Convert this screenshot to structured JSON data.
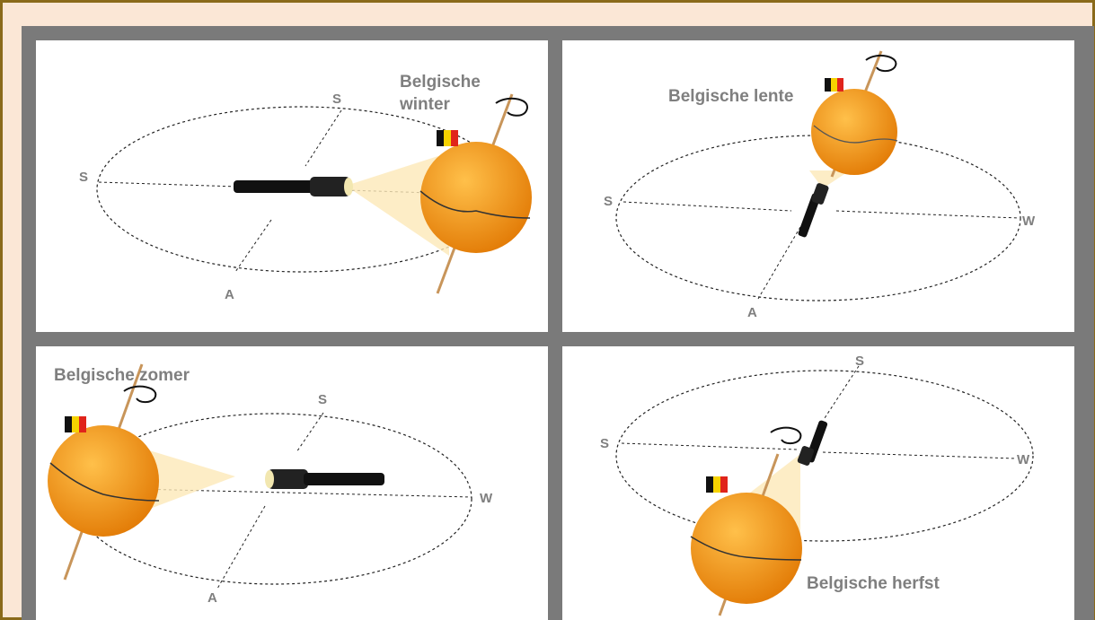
{
  "panels": [
    {
      "id": "winter",
      "title_lines": [
        "Belgische",
        "winter"
      ],
      "labels": [
        "S",
        "S",
        "A"
      ]
    },
    {
      "id": "lente",
      "title_lines": [
        "Belgische lente"
      ],
      "labels": [
        "S",
        "W",
        "A"
      ]
    },
    {
      "id": "zomer",
      "title_lines": [
        "Belgische zomer"
      ],
      "labels": [
        "S",
        "W",
        "A"
      ]
    },
    {
      "id": "herfst",
      "title_lines": [
        "Belgische herfst"
      ],
      "labels": [
        "S",
        "S",
        "W"
      ]
    }
  ],
  "colors": {
    "frame_border": "#8a6a1a",
    "frame_bg": "#fbe7d6",
    "panel_gap": "#7a7a7a",
    "label": "#7f7f7f",
    "orange": "#f39c12",
    "beam": "#fde9b8"
  },
  "icons": [
    "flashlight-icon",
    "orange-globe-icon",
    "belgian-flag-icon",
    "rotation-arrow-icon"
  ]
}
